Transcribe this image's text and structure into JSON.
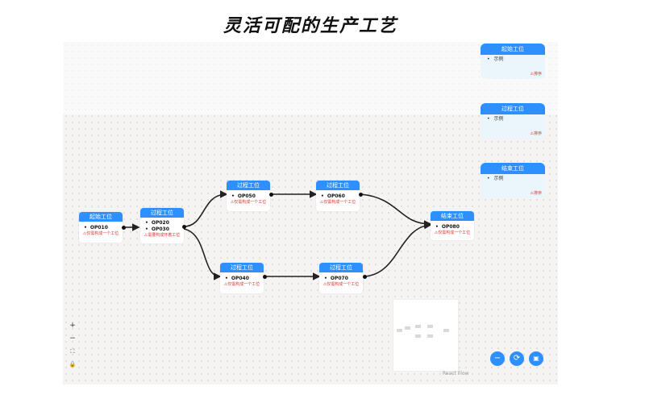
{
  "page_title": "灵活可配的生产工艺",
  "nodes": [
    {
      "id": "n1",
      "header": "起始工位",
      "items": [
        "OP010"
      ],
      "warning": "⚠仅需构成一个工位"
    },
    {
      "id": "n2",
      "header": "过程工位",
      "items": [
        "OP020",
        "OP030"
      ],
      "warning": "⚠需要构成环着工位"
    },
    {
      "id": "n3",
      "header": "过程工位",
      "items": [
        "OP050"
      ],
      "warning": "⚠仅需构成一个工位"
    },
    {
      "id": "n4",
      "header": "过程工位",
      "items": [
        "OP060"
      ],
      "warning": "⚠仅需构成一个工位"
    },
    {
      "id": "n5",
      "header": "过程工位",
      "items": [
        "OP040"
      ],
      "warning": "⚠仅需构成一个工位"
    },
    {
      "id": "n6",
      "header": "过程工位",
      "items": [
        "OP070"
      ],
      "warning": "⚠仅需构成一个工位"
    },
    {
      "id": "n7",
      "header": "结束工位",
      "items": [
        "OP080"
      ],
      "warning": "⚠仅需构成一个工位"
    }
  ],
  "palette": [
    {
      "header": "起始工位",
      "item": "示例",
      "warning": "⚠排序"
    },
    {
      "header": "过程工位",
      "item": "示例",
      "warning": "⚠排序"
    },
    {
      "header": "结束工位",
      "item": "示例",
      "warning": "⚠排序"
    }
  ],
  "controls": {
    "zoom_in": "+",
    "zoom_out": "−",
    "fit_view": "⛶",
    "lock": "🔒"
  },
  "attribution": "React Flow",
  "fabs": {
    "minus": "−",
    "refresh": "⟳",
    "save": "▣"
  },
  "colors": {
    "accent": "#2e8fff",
    "warning": "#e0332f",
    "edge": "#222222"
  }
}
